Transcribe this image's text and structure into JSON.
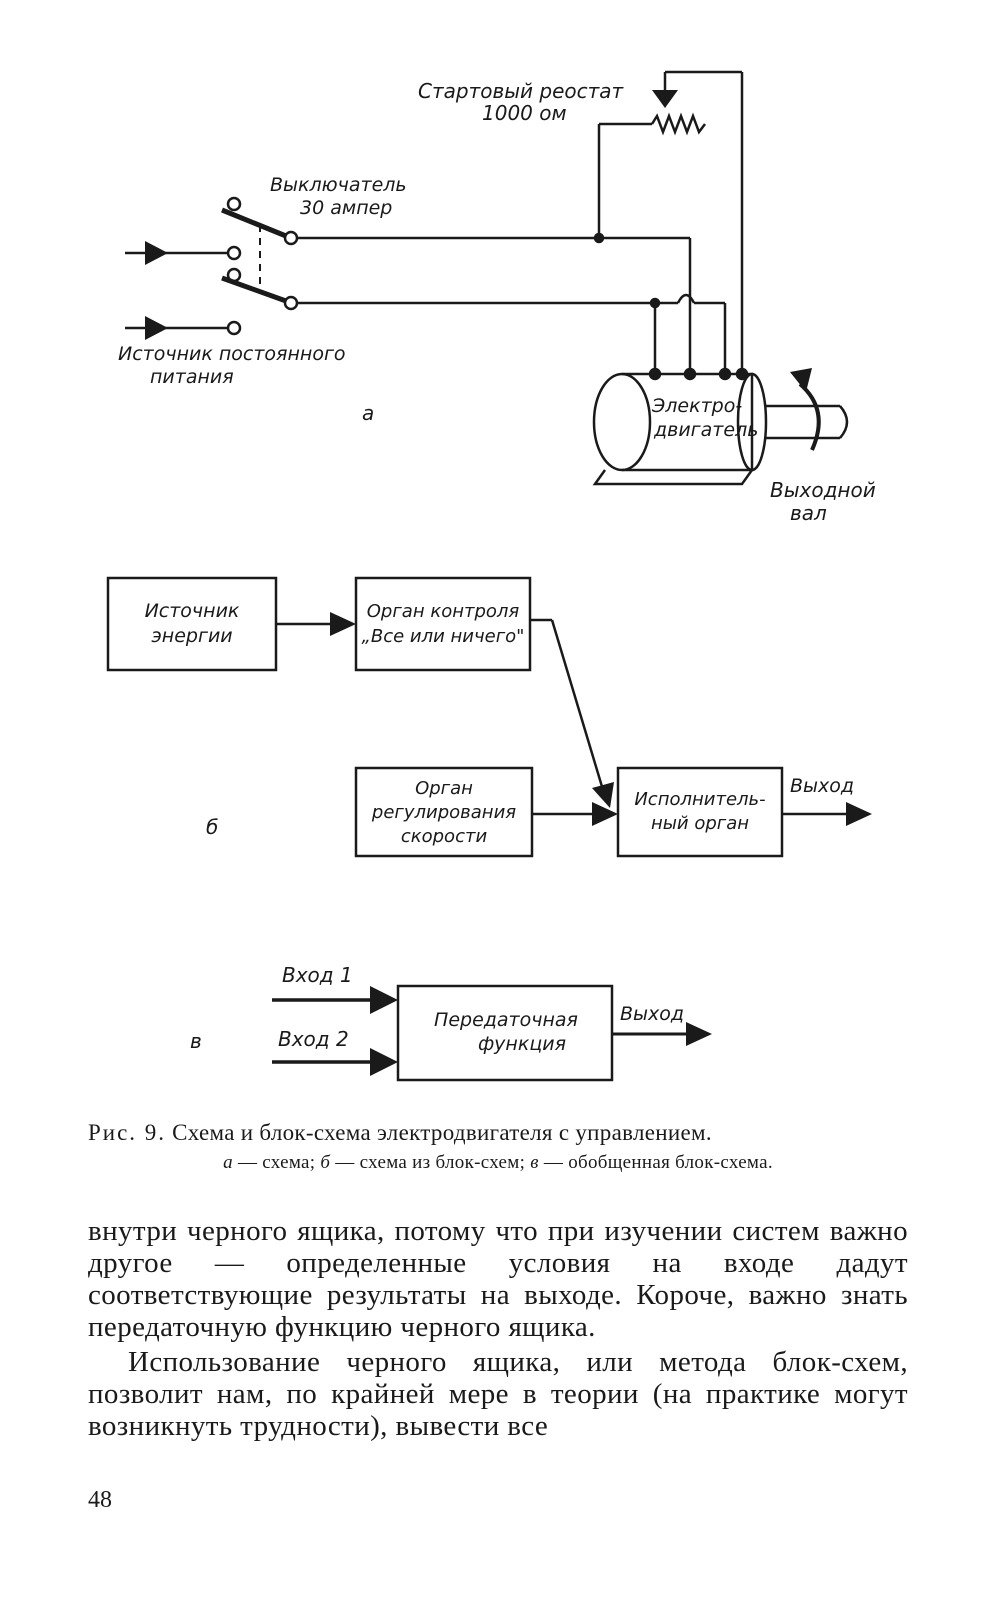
{
  "figure_a": {
    "rheostat_line1": "Стартовый реостат",
    "rheostat_line2": "1000 ом",
    "switch_line1": "Выключатель",
    "switch_line2": "30 ампер",
    "source_line1": "Источник постоянного",
    "source_line2": "питания",
    "motor_line1": "Электро-",
    "motor_line2": "двигатель",
    "shaft_line1": "Выходной",
    "shaft_line2": "вал",
    "panel_letter": "а"
  },
  "figure_b": {
    "energy_line1": "Источник",
    "energy_line2": "энергии",
    "control_line1": "Орган контроля",
    "control_line2": "„Все или ничего\"",
    "speed_line1": "Орган",
    "speed_line2": "регулирования",
    "speed_line3": "скорости",
    "actuator_line1": "Исполнитель-",
    "actuator_line2": "ный орган",
    "output_label": "Выход",
    "panel_letter": "б"
  },
  "figure_c": {
    "input1": "Вход 1",
    "input2": "Вход 2",
    "function_line1": "Передаточная",
    "function_line2": "функция",
    "output_label": "Выход",
    "panel_letter": "в"
  },
  "caption": {
    "fig_num": "Рис. 9.",
    "title": "Схема и блок-схема электродвигателя с управлением.",
    "sub_a_letter": "а",
    "sub_a_text": " — схема; ",
    "sub_b_letter": "б",
    "sub_b_text": " — схема из блок-схем; ",
    "sub_c_letter": "в",
    "sub_c_text": " — обобщенная блок-схема."
  },
  "body": {
    "paragraph1": "внутри черного ящика, потому что при изучении систем важно другое — определенные условия на входе дадут соответствующие результаты на выходе. Короче, важно знать передаточную функцию черного ящика.",
    "paragraph2": "Использование черного ящика, или метода блок-схем, позволит нам, по крайней мере в теории (на практике могут возникнуть трудности), вывести все"
  },
  "page_number": "48"
}
